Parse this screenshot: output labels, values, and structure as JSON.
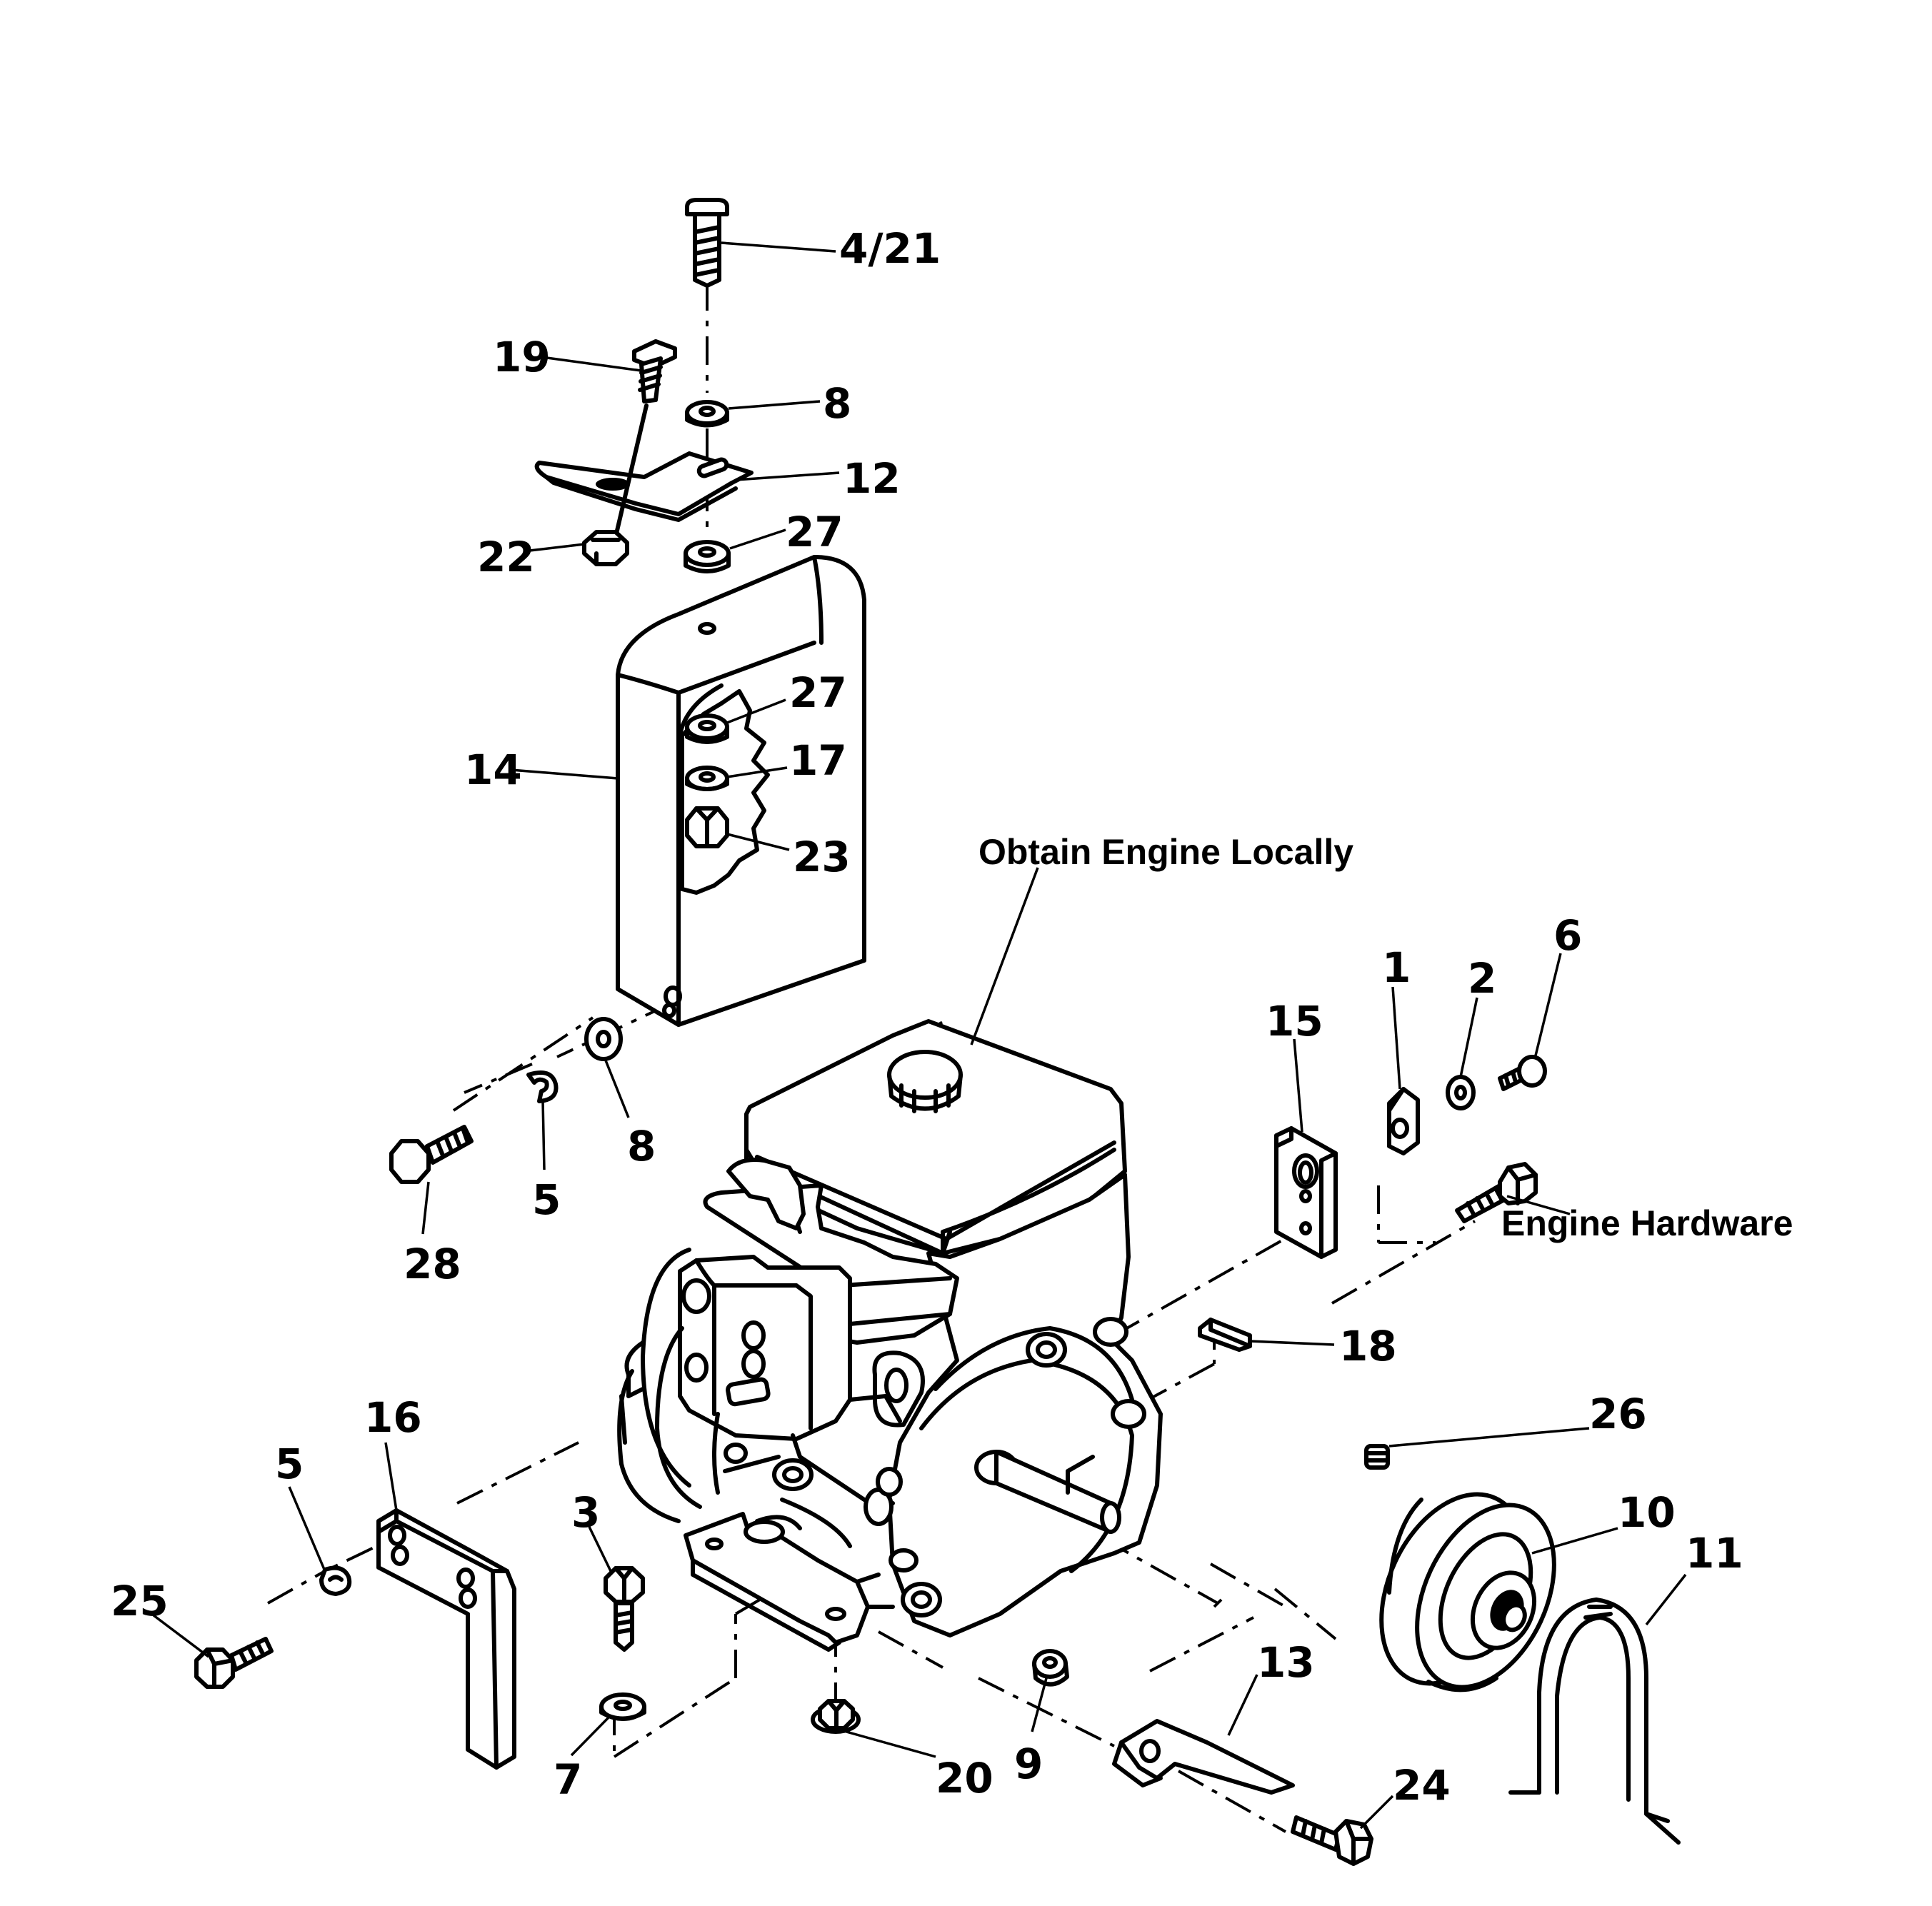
{
  "callouts": {
    "c4_21": "4/21",
    "c19": "19",
    "c8_top": "8",
    "c12": "12",
    "c22": "22",
    "c27_top": "27",
    "c27_mid": "27",
    "c17": "17",
    "c23": "23",
    "c14": "14",
    "c28": "28",
    "c5_upper": "5",
    "c8_lower": "8",
    "c15": "15",
    "c1": "1",
    "c2": "2",
    "c6": "6",
    "c18": "18",
    "c26": "26",
    "c10": "10",
    "c11": "11",
    "c16": "16",
    "c5_lower": "5",
    "c25": "25",
    "c3": "3",
    "c7": "7",
    "c20": "20",
    "c9": "9",
    "c13": "13",
    "c24": "24"
  },
  "notes": {
    "engine": "Obtain Engine Locally",
    "hardware": "Engine Hardware"
  }
}
